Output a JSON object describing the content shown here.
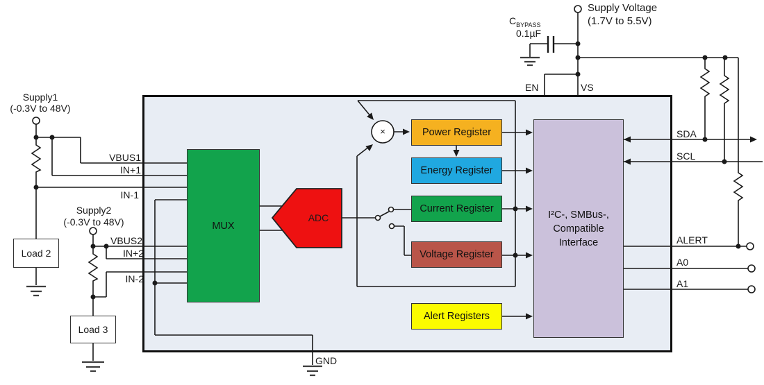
{
  "top": {
    "supply_voltage_title": "Supply Voltage",
    "supply_voltage_range": "(1.7V to 5.5V)",
    "cbypass_label": "C",
    "cbypass_sub": "BYPASS",
    "cbypass_value": "0.1µF",
    "en_pin": "EN",
    "vs_pin": "VS"
  },
  "left": {
    "supply1_title": "Supply1",
    "supply1_range": "(-0.3V to 48V)",
    "supply2_title": "Supply2",
    "supply2_range": "(-0.3V to 48V)",
    "load2_label": "Load 2",
    "load3_label": "Load 3",
    "pins": {
      "vbus1": "VBUS1",
      "in_p1": "IN+1",
      "in_m1": "IN-1",
      "vbus2": "VBUS2",
      "in_p2": "IN+2",
      "in_m2": "IN-2"
    }
  },
  "chip": {
    "mux_label": "MUX",
    "adc_label": "ADC",
    "multiplier_symbol": "×",
    "gnd_pin": "GND",
    "registers": {
      "power": "Power Register",
      "energy": "Energy Register",
      "current": "Current Register",
      "voltage": "Voltage Register",
      "alert": "Alert Registers"
    },
    "interface_line1": "I²C-, SMBus-,",
    "interface_line2": "Compatible",
    "interface_line3": "Interface"
  },
  "right": {
    "sda": "SDA",
    "scl": "SCL",
    "alert": "ALERT",
    "a0": "A0",
    "a1": "A1"
  },
  "colors": {
    "chip_background": "#E8EDF4",
    "mux_green": "#12A34C",
    "adc_red": "#EE1111",
    "power_register_orange": "#F5B120",
    "energy_register_blue": "#20A8E0",
    "current_register_green": "#12A34C",
    "voltage_register_red": "#B95549",
    "alert_register_yellow": "#FBFB00",
    "interface_purple": "#CBC1DB",
    "wire_black": "#1a1a1a"
  }
}
